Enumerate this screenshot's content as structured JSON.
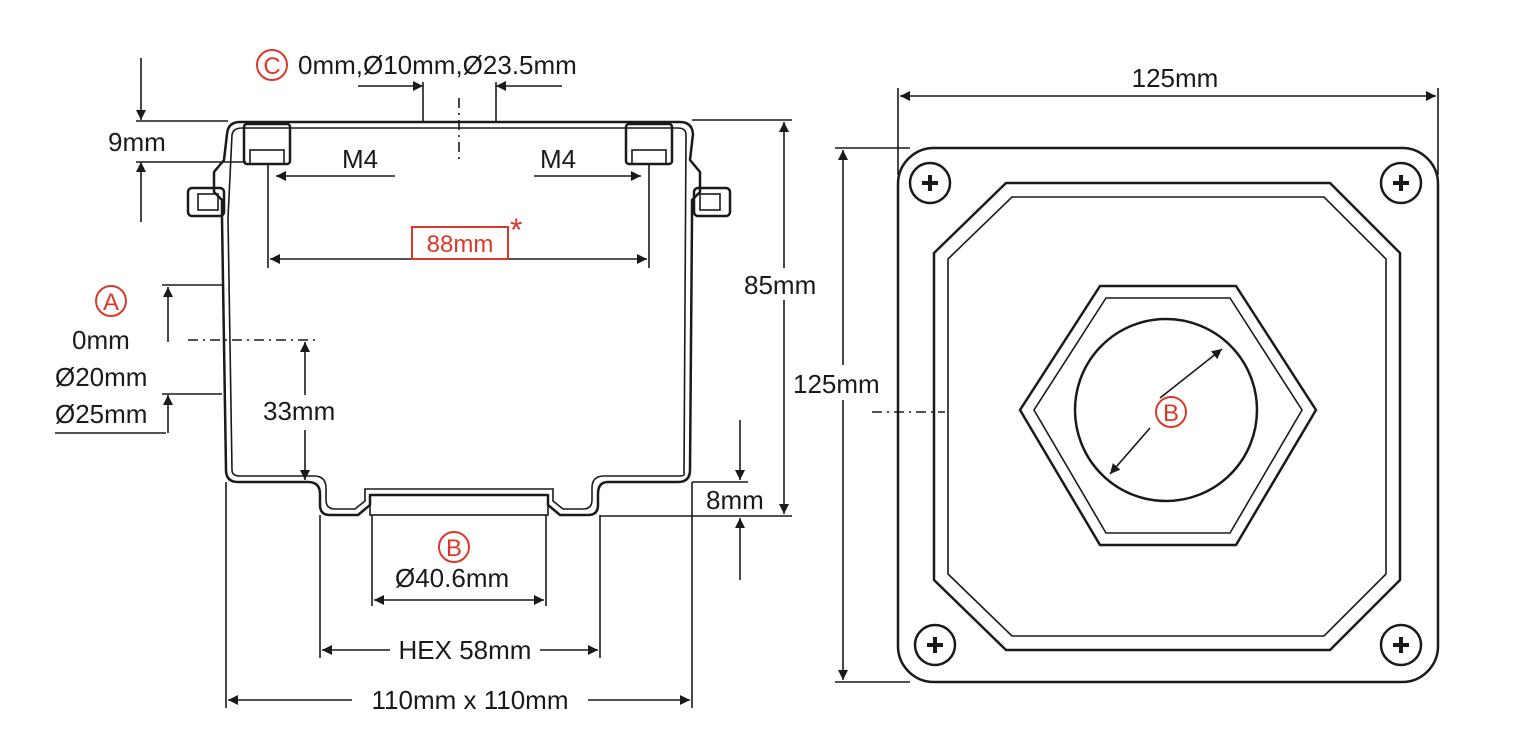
{
  "colors": {
    "line": "#1a1a1a",
    "highlight": "#d9392b"
  },
  "side_view": {
    "top_holes": {
      "callout": "C",
      "label": "0mm,Ø10mm,Ø23.5mm"
    },
    "flange_height": "9mm",
    "thread_left": "M4",
    "thread_right": "M4",
    "hole_spacing": {
      "value": "88mm",
      "mark": "*"
    },
    "side_hole": {
      "callout": "A",
      "line1": "0mm",
      "line2": "Ø20mm",
      "line3": "Ø25mm"
    },
    "side_hole_height": "33mm",
    "total_height": "85mm",
    "base_step": "8mm",
    "bottom_hole": {
      "callout": "B",
      "label": "Ø40.6mm"
    },
    "hex_width": "HEX 58mm",
    "footprint": "110mm x 110mm"
  },
  "top_view": {
    "width": "125mm",
    "height": "125mm",
    "center_hole_callout": "B"
  }
}
